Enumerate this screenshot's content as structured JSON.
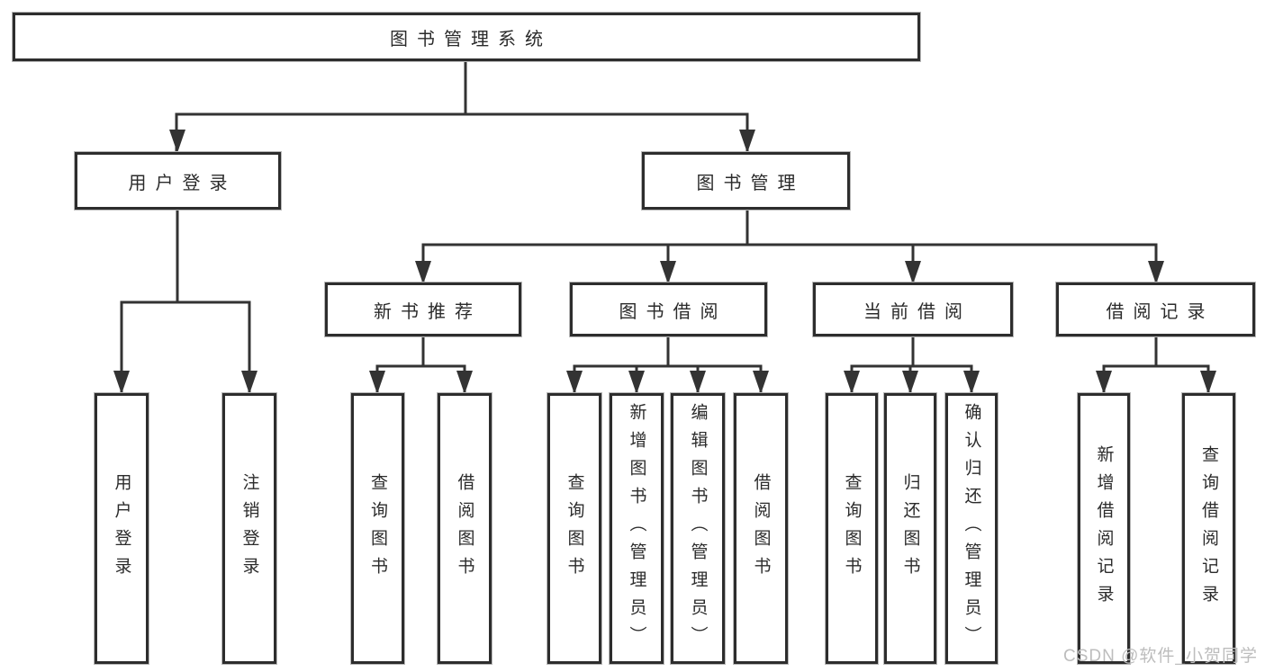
{
  "tree": {
    "label": "图书管理系统",
    "children": [
      {
        "label": "用户登录",
        "children": [
          {
            "label": "用户登录"
          },
          {
            "label": "注销登录"
          }
        ]
      },
      {
        "label": "图书管理",
        "children": [
          {
            "label": "新书推荐",
            "children": [
              {
                "label": "查询图书"
              },
              {
                "label": "借阅图书"
              }
            ]
          },
          {
            "label": "图书借阅",
            "children": [
              {
                "label": "查询图书"
              },
              {
                "label": "新增图书（管理员）"
              },
              {
                "label": "编辑图书（管理员）"
              },
              {
                "label": "借阅图书"
              }
            ]
          },
          {
            "label": "当前借阅",
            "children": [
              {
                "label": "查询图书"
              },
              {
                "label": "归还图书"
              },
              {
                "label": "确认归还（管理员）"
              }
            ]
          },
          {
            "label": "借阅记录",
            "children": [
              {
                "label": "新增借阅记录"
              },
              {
                "label": "查询借阅记录"
              }
            ]
          }
        ]
      }
    ]
  },
  "watermark": "CSDN @软件_小贺同学",
  "colors": {
    "line": "#333333",
    "box_border": "#2d2d2d",
    "box_background": "#ffffff",
    "text": "#2b2b2b",
    "watermark_text": "#bdbdbd"
  }
}
